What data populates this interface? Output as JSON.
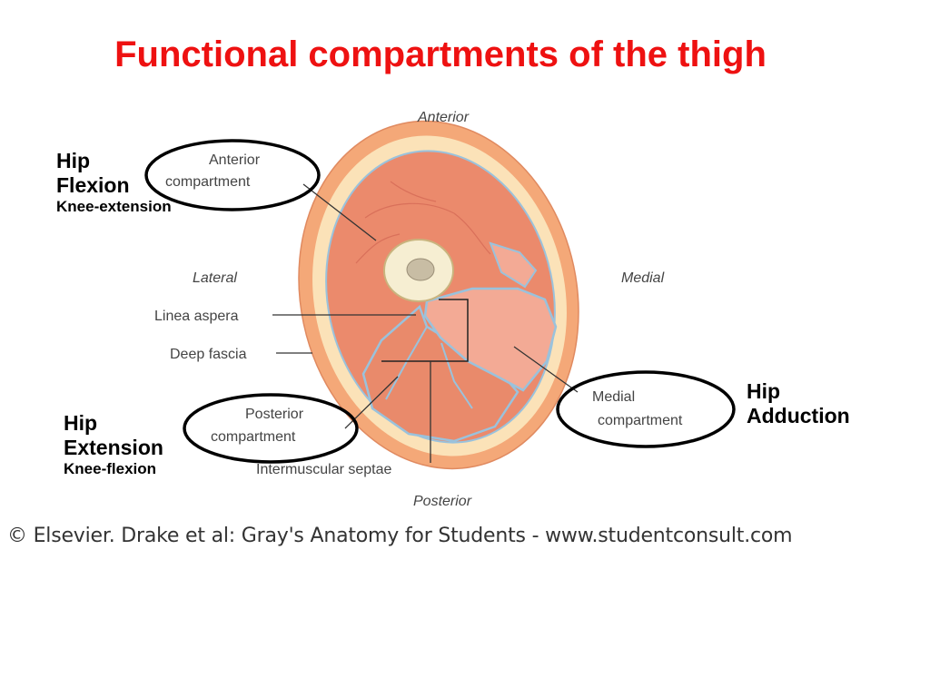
{
  "slide": {
    "title": "Functional compartments of the thigh",
    "title_color": "#ee1111"
  },
  "functions": {
    "anterior": {
      "line1": "Hip",
      "line2": "Flexion",
      "line3": "Knee-extension"
    },
    "posterior": {
      "line1": "Hip",
      "line2": "Extension",
      "line3": "Knee-flexion"
    },
    "medial": {
      "line1": "Hip",
      "line2": "Adduction"
    }
  },
  "diagram": {
    "orientation": {
      "anterior": "Anterior",
      "posterior": "Posterior",
      "lateral": "Lateral",
      "medial": "Medial"
    },
    "labels": {
      "anterior_compartment_1": "Anterior",
      "anterior_compartment_2": "compartment",
      "linea_aspera": "Linea aspera",
      "deep_fascia": "Deep fascia",
      "posterior_compartment_1": "Posterior",
      "posterior_compartment_2": "compartment",
      "intermuscular_septae": "Intermuscular septae",
      "medial_compartment_1": "Medial",
      "medial_compartment_2": "compartment"
    },
    "colors": {
      "skin": "#f4a878",
      "subcutaneous_fat": "#fbe2b8",
      "anterior_muscle": "#eb8a6c",
      "posterior_muscle": "#e98a6b",
      "medial_muscle": "#f3aa95",
      "bone_cortex": "#f6eed2",
      "bone_marrow": "#c8bda4",
      "septa": "#9ac2dc",
      "highlight_ring": "#000000"
    }
  },
  "copyright": "© Elsevier. Drake et al: Gray's Anatomy for Students - www.studentconsult.com"
}
